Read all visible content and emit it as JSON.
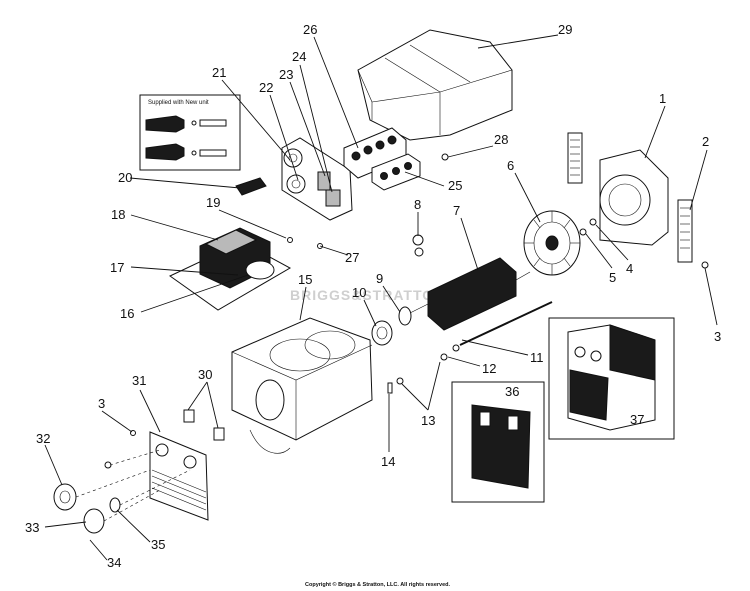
{
  "diagram": {
    "supplied_note": "Supplied with New unit",
    "watermark": "BRIGGS&STRATTON",
    "copyright": "Copyright © Briggs & Stratton, LLC. All rights reserved.",
    "part_numbers": [
      "1",
      "2",
      "3",
      "4",
      "5",
      "6",
      "7",
      "8",
      "9",
      "10",
      "11",
      "12",
      "13",
      "14",
      "15",
      "16",
      "17",
      "18",
      "19",
      "20",
      "21",
      "22",
      "23",
      "24",
      "25",
      "26",
      "27",
      "28",
      "29",
      "30",
      "31",
      "32",
      "33",
      "34",
      "35",
      "36",
      "37"
    ],
    "callouts": [
      {
        "id": "1",
        "text": "1"
      },
      {
        "id": "2",
        "text": "2"
      },
      {
        "id": "3a",
        "text": "3"
      },
      {
        "id": "3b",
        "text": "3"
      },
      {
        "id": "4",
        "text": "4"
      },
      {
        "id": "5",
        "text": "5"
      },
      {
        "id": "6",
        "text": "6"
      },
      {
        "id": "7",
        "text": "7"
      },
      {
        "id": "8",
        "text": "8"
      },
      {
        "id": "9",
        "text": "9"
      },
      {
        "id": "10",
        "text": "10"
      },
      {
        "id": "11",
        "text": "11"
      },
      {
        "id": "12",
        "text": "12"
      },
      {
        "id": "13",
        "text": "13"
      },
      {
        "id": "14",
        "text": "14"
      },
      {
        "id": "15",
        "text": "15"
      },
      {
        "id": "16",
        "text": "16"
      },
      {
        "id": "17",
        "text": "17"
      },
      {
        "id": "18",
        "text": "18"
      },
      {
        "id": "19",
        "text": "19"
      },
      {
        "id": "20",
        "text": "20"
      },
      {
        "id": "21",
        "text": "21"
      },
      {
        "id": "22",
        "text": "22"
      },
      {
        "id": "23",
        "text": "23"
      },
      {
        "id": "24",
        "text": "24"
      },
      {
        "id": "25",
        "text": "25"
      },
      {
        "id": "26",
        "text": "26"
      },
      {
        "id": "27",
        "text": "27"
      },
      {
        "id": "28",
        "text": "28"
      },
      {
        "id": "29",
        "text": "29"
      },
      {
        "id": "30",
        "text": "30"
      },
      {
        "id": "31",
        "text": "31"
      },
      {
        "id": "32",
        "text": "32"
      },
      {
        "id": "33",
        "text": "33"
      },
      {
        "id": "34",
        "text": "34"
      },
      {
        "id": "35",
        "text": "35"
      },
      {
        "id": "36",
        "text": "36"
      },
      {
        "id": "37",
        "text": "37"
      }
    ]
  }
}
